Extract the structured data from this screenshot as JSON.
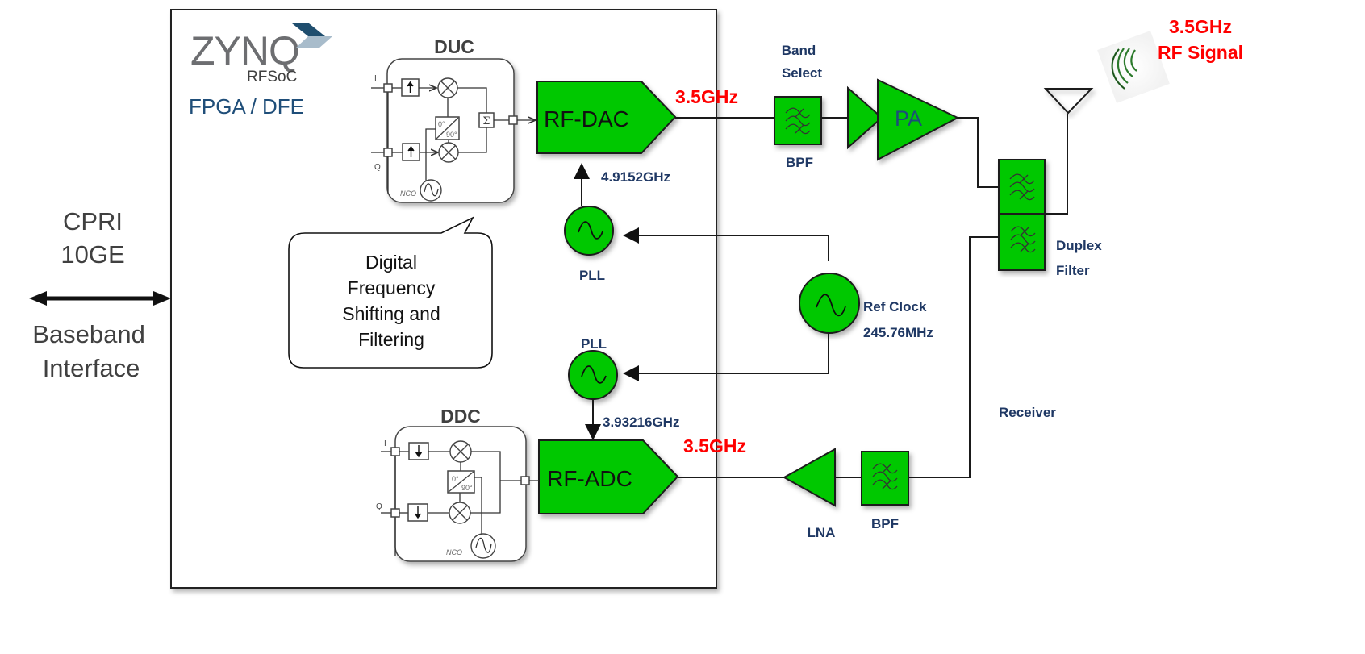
{
  "left_interface": {
    "line1": "CPRI",
    "line2": "10GE",
    "line3": "Baseband",
    "line4": "Interface"
  },
  "fpga_block": {
    "logo_text": "ZYNQ",
    "logo_sub": "RFSoC",
    "subtitle": "FPGA / DFE"
  },
  "duc": {
    "title": "DUC",
    "input_i": "I",
    "input_q": "Q",
    "phase_top": "0°",
    "phase_bottom": "90°",
    "sum_symbol": "Σ",
    "nco_label": "NCO"
  },
  "ddc": {
    "title": "DDC",
    "input_i": "I",
    "input_q": "Q",
    "phase_top": "0°",
    "phase_bottom": "90°",
    "nco_label": "NCO"
  },
  "callout": {
    "line1": "Digital",
    "line2": "Frequency",
    "line3": "Shifting and",
    "line4": "Filtering"
  },
  "rf_dac": {
    "label": "RF-DAC",
    "freq": "3.5GHz",
    "clock": "4.9152GHz"
  },
  "rf_adc": {
    "label": "RF-ADC",
    "freq": "3.5GHz",
    "clock": "3.93216GHz"
  },
  "pll_top": {
    "label": "PLL"
  },
  "pll_bottom": {
    "label": "PLL"
  },
  "ref_clock": {
    "label": "Ref Clock",
    "freq": "245.76MHz"
  },
  "tx_chain": {
    "band_select_line1": "Band",
    "band_select_line2": "Select",
    "bpf_label": "BPF",
    "pa_label": "PA"
  },
  "duplex_filter": {
    "line1": "Duplex",
    "line2": "Filter"
  },
  "rx_chain": {
    "receiver_label": "Receiver",
    "lna_label": "LNA",
    "bpf_label": "BPF"
  },
  "antenna": {
    "signal_line1": "3.5GHz",
    "signal_line2": "RF Signal"
  },
  "colors": {
    "block_green": "#00c800",
    "label_navy": "#1f3864",
    "freq_red": "#ff0000",
    "logo_dark_blue": "#1f4e6e",
    "logo_light_blue": "#a8bccb"
  }
}
